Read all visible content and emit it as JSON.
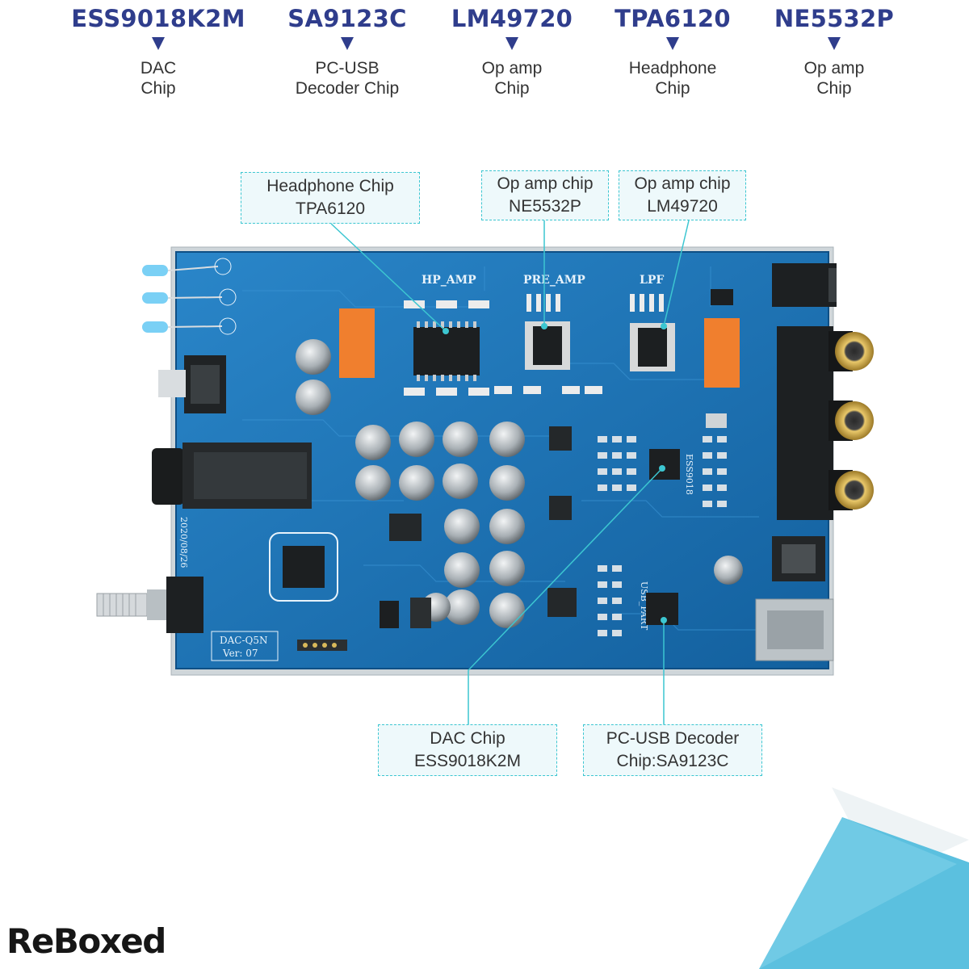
{
  "top_labels": [
    {
      "chip": "ESS9018K2M",
      "desc": "DAC\nChip"
    },
    {
      "chip": "SA9123C",
      "desc": "PC-USB\nDecoder Chip"
    },
    {
      "chip": "LM49720",
      "desc": "Op amp\nChip"
    },
    {
      "chip": "TPA6120",
      "desc": "Headphone\nChip"
    },
    {
      "chip": "NE5532P",
      "desc": "Op amp\nChip"
    }
  ],
  "callouts": {
    "headphone": "Headphone Chip\nTPA6120",
    "opamp_ne5532": "Op amp chip\nNE5532P",
    "opamp_lm49720": "Op amp chip\nLM49720",
    "dac": "DAC Chip\nESS9018K2M",
    "usb": "PC-USB Decoder\nChip:SA9123C"
  },
  "board_silkscreen": {
    "hp_amp": "HP_AMP",
    "pre_amp": "PRE_AMP",
    "lpf": "LPF",
    "date": "2020/08/26",
    "model": "DAC-Q5N",
    "version": "Ver: 07",
    "ess_label": "ESS9018",
    "usb_label": "USB_PART"
  },
  "brand": "ReBoxed",
  "colors": {
    "chip_name": "#2f3d8c",
    "callout_border": "#3cc6d1",
    "callout_fill": "#eef9fb",
    "pcb": "#1b73b8",
    "corner_accent": "#5bc0df"
  }
}
